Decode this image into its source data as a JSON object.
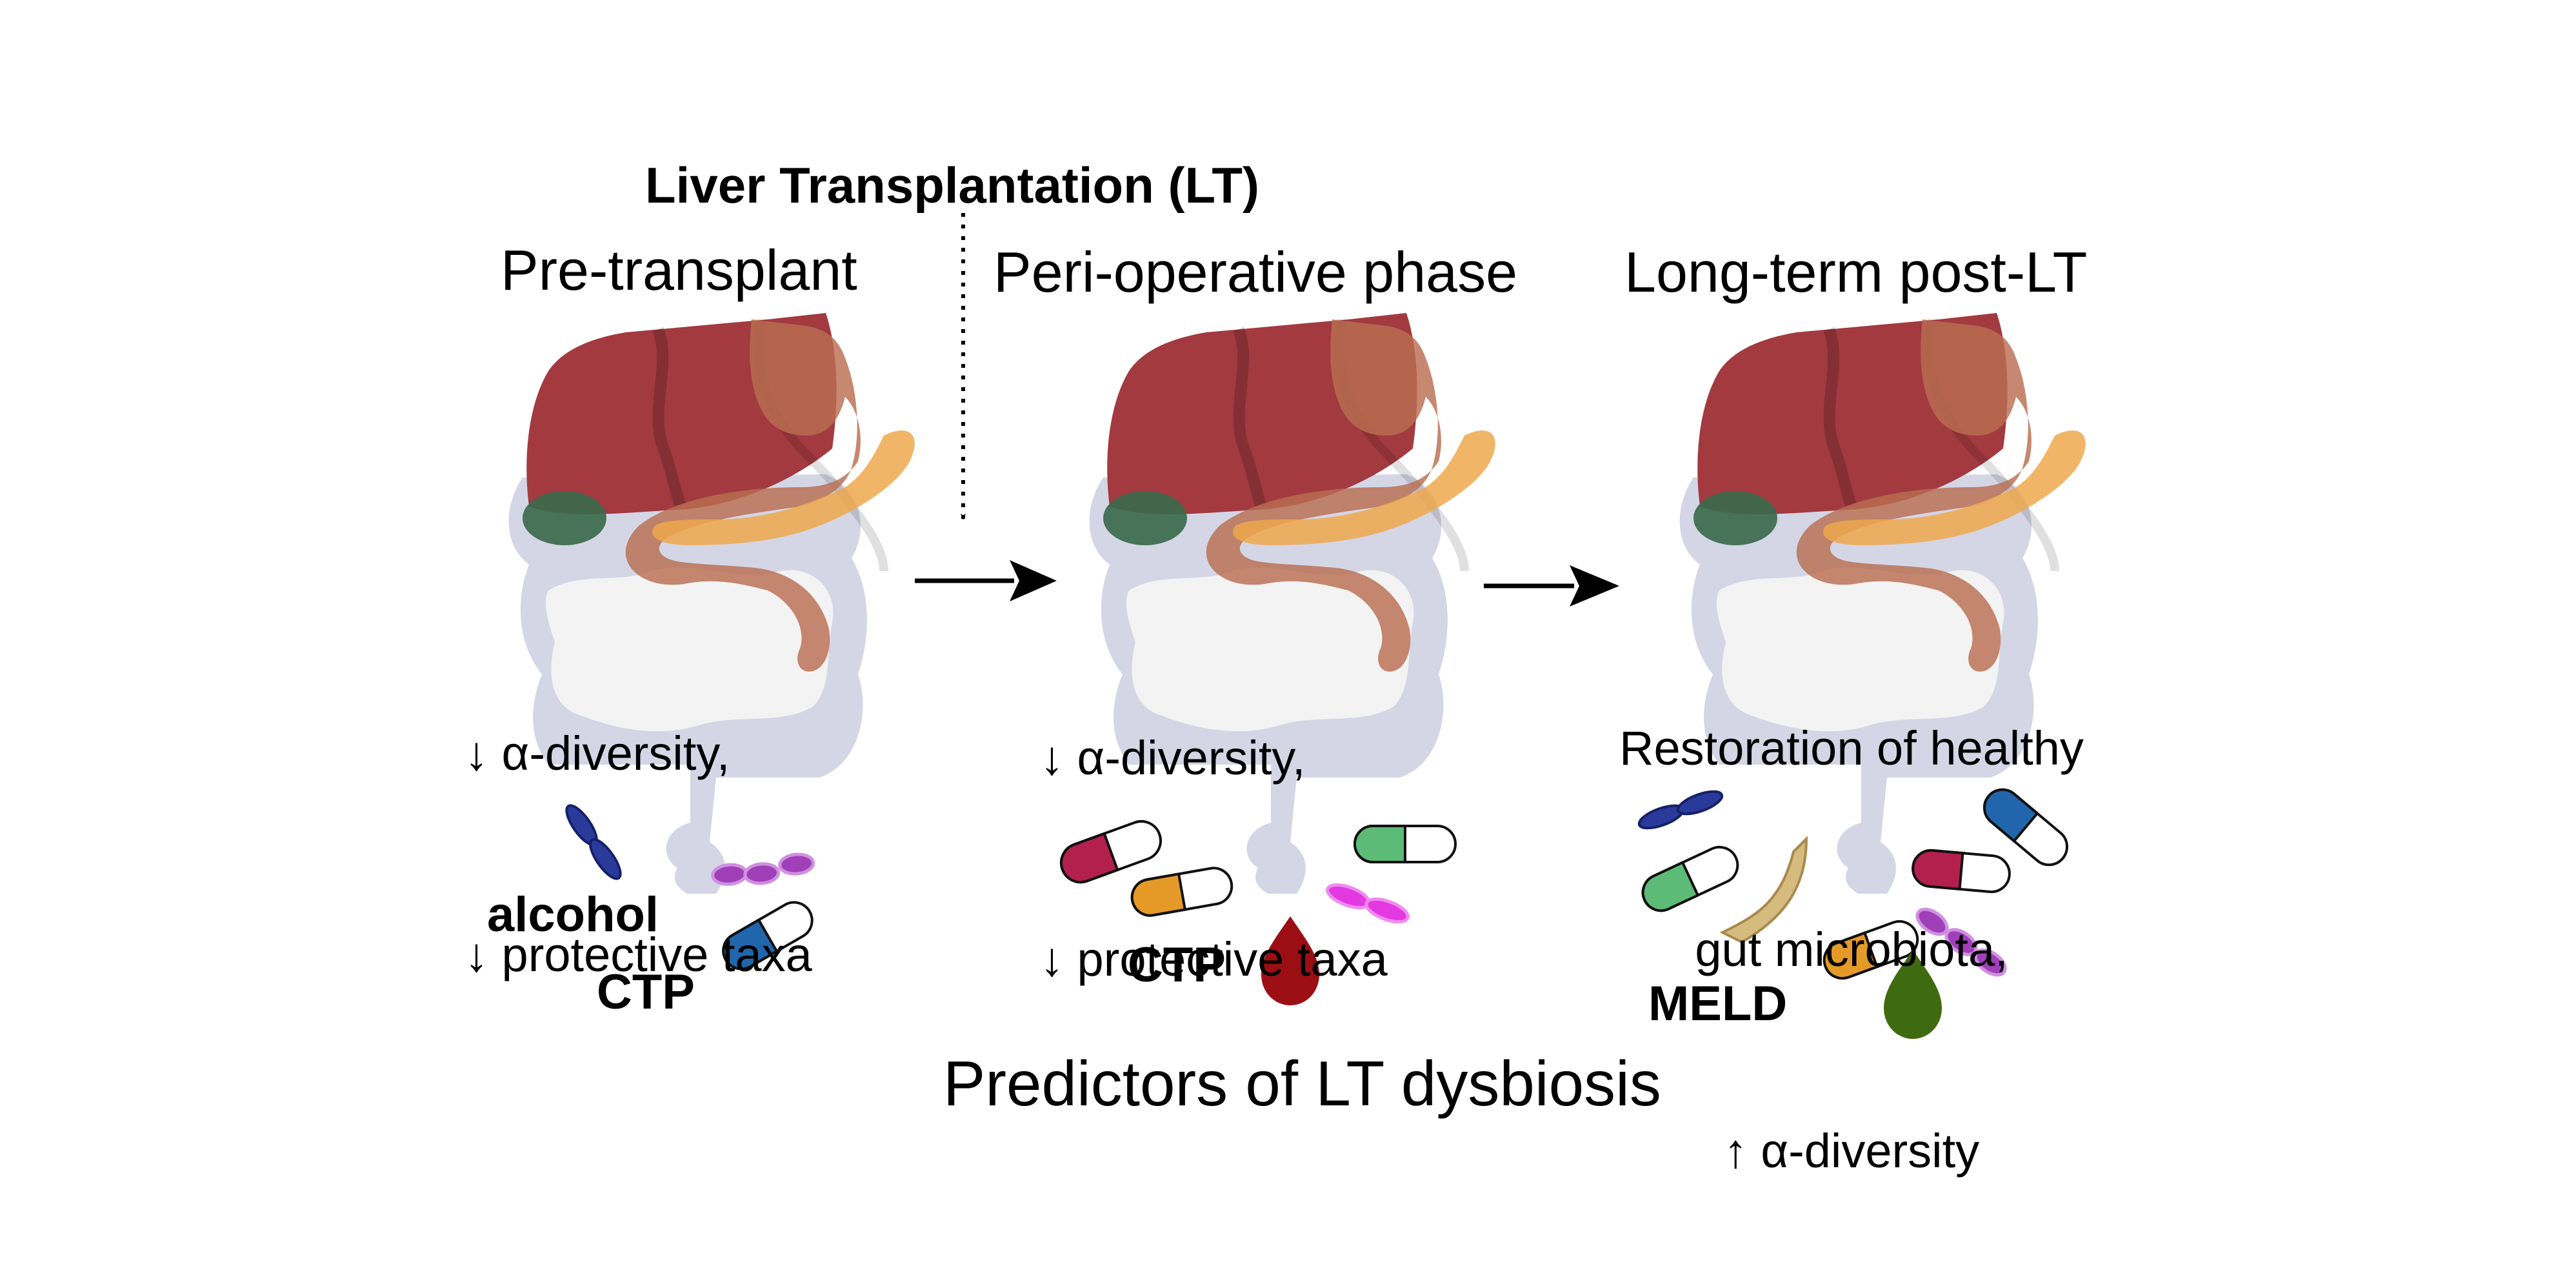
{
  "figure": {
    "top_label": "Liver Transplantation (LT)",
    "footer": "Predictors of LT dysbiosis",
    "colors": {
      "liver_pre": "#3f1a24",
      "liver_post": "#a23a40",
      "stomach": "#b96e50",
      "pancreas": "#eea84c",
      "gallbladder": "#3b6a4c",
      "intestine": "#d4d6e6",
      "lumen": "#f3f3f3",
      "blood_drop": "#9b0f14",
      "green_drop": "#3f6b10"
    }
  },
  "panels": [
    {
      "title": "Pre-transplant",
      "finding_lines": [
        "↓ α-diversity,",
        "↓ protective taxa"
      ],
      "predictors": [
        "alcohol",
        "CTP"
      ]
    },
    {
      "title": "Peri-operative phase",
      "finding_lines": [
        "↓ α-diversity,",
        "↓ protective taxa"
      ],
      "predictors": [
        "CTP"
      ]
    },
    {
      "title": "Long-term post-LT",
      "finding_lines": [
        "Restoration of healthy",
        "gut microbiota,",
        "↑ α-diversity"
      ],
      "predictors": [
        "MELD"
      ]
    }
  ]
}
